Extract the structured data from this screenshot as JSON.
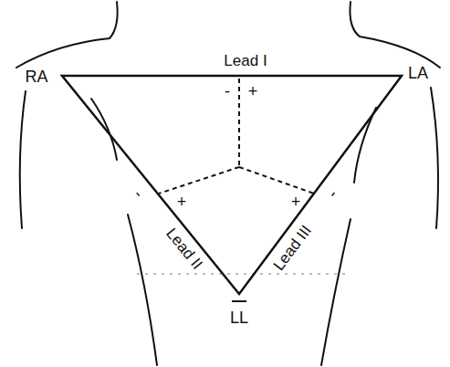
{
  "diagram": {
    "labels": [
      "RA",
      "Lead I",
      "LA",
      "-",
      "+",
      "-",
      "+",
      "-",
      "+",
      "Lead II",
      "Lead III",
      "LL"
    ]
  }
}
